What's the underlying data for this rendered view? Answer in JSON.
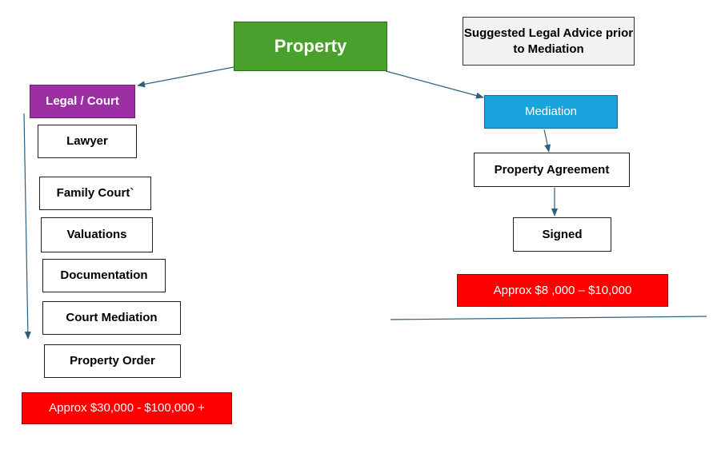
{
  "diagram": {
    "root": "Property",
    "advice_note": "Suggested Legal Advice prior to Mediation",
    "legal_path": {
      "title": "Legal / Court",
      "steps": [
        "Lawyer",
        "Family Court`",
        "Valuations",
        "Documentation",
        "Court Mediation",
        "Property Order"
      ],
      "cost": "Approx $30,000 - $100,000 +"
    },
    "mediation_path": {
      "title": "Mediation",
      "steps": [
        "Property Agreement",
        "Signed"
      ],
      "cost": "Approx $8 ,000 – $10,000"
    },
    "colors": {
      "root": "#4aa02c",
      "legal": "#9b2fa3",
      "mediation": "#1aa3dc",
      "cost": "#ff0000",
      "note": "#f2f2f2",
      "arrow": "#2c5f7c"
    }
  }
}
